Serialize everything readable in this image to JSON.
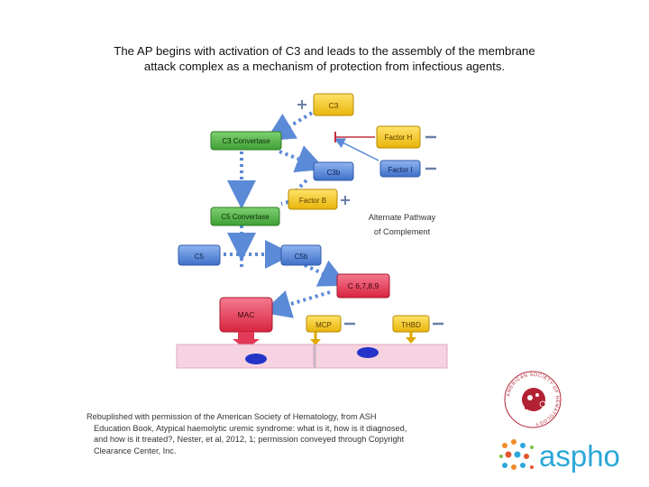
{
  "caption": {
    "line1": "The AP begins with activation of C3 and leads to the assembly of the membrane",
    "line2": "attack complex as a mechanism of protection from infectious agents."
  },
  "diagram": {
    "title_line1": "Alternate Pathway",
    "title_line2": "of Complement",
    "nodes": {
      "c3": "C3",
      "factor_h": "Factor H",
      "c3_convertase": "C3 Convertase",
      "factor_i": "Factor I",
      "c3b": "C3b",
      "factor_b": "Factor B",
      "c5_convertase": "C5 Convertase",
      "c5": "C5",
      "c5b": "C5b",
      "c6789": "C 6,7,8,9",
      "mac": "MAC",
      "mcp": "MCP",
      "thbd": "THBD"
    },
    "colors": {
      "green": "#55b848",
      "yellow": "#f3cb1a",
      "blue": "#5b8ad6",
      "red": "#e23a56",
      "arrow": "#5b8ad6",
      "membrane": "#f5d3e0"
    }
  },
  "credit": {
    "line1": "Rebuplished with permission of the American Society of Hematology, from ASH",
    "line2": "Education Book, Atypical haemolytic uremic syndrome: what is it, how is it diagnosed,",
    "line3": "and how is it treated?, Nester, et al, 2012, 1; permission conveyed through Copyright",
    "line4": "Clearance Center, Inc."
  },
  "logos": {
    "ash_text": "AMERICAN SOCIETY OF HEMATOLOGY",
    "aspho": "aspho"
  }
}
